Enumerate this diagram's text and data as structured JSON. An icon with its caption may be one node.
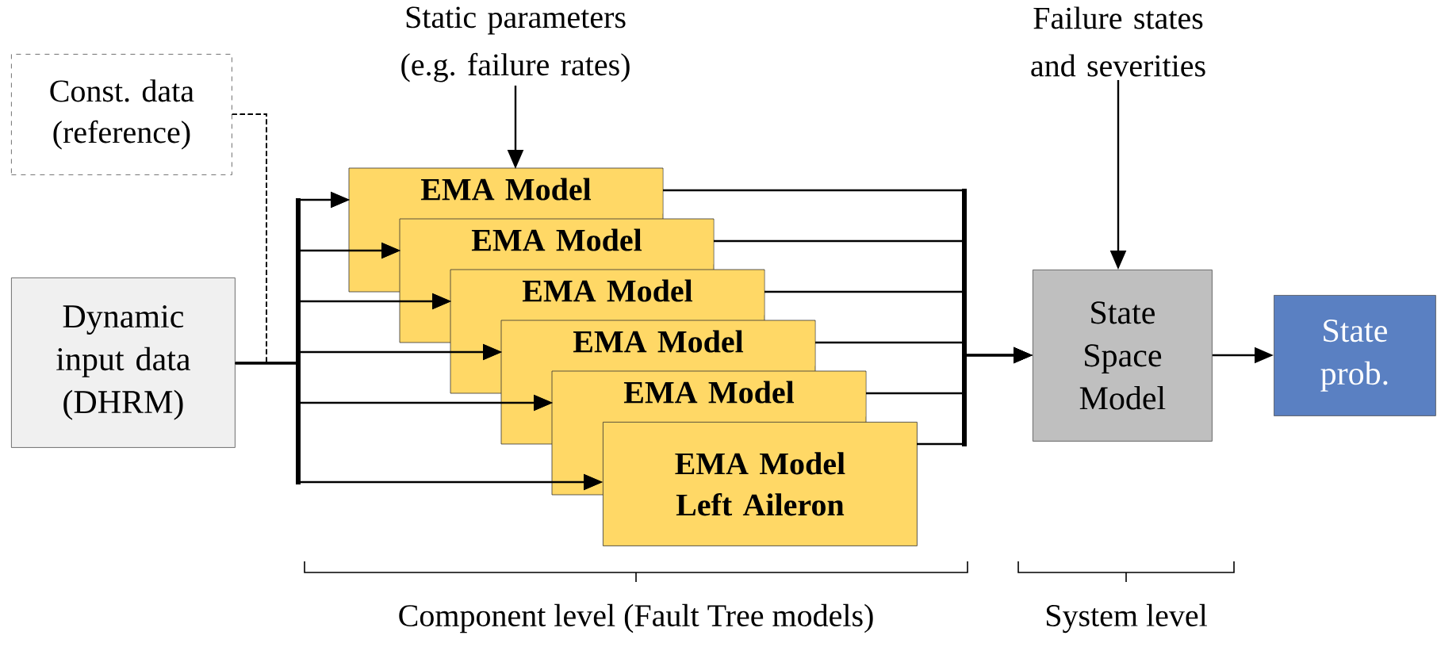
{
  "diagram": {
    "nodes": [
      {
        "text": [
          "Const. data (reference)"
        ]
      },
      {
        "text": [
          "Dynamic input data (DHRM)"
        ]
      },
      {
        "text": [
          "Static parameters (e.g. failure rates)"
        ]
      },
      {
        "text": [
          "EMA Model"
        ]
      },
      {
        "text": [
          "EMA Model"
        ]
      },
      {
        "text": [
          "EMA Model"
        ]
      },
      {
        "text": [
          "EMA Model"
        ]
      },
      {
        "text": [
          "EMA Model"
        ]
      },
      {
        "text": [
          "EMA Model Left Aileron"
        ]
      },
      {
        "text": [
          "Failure states and severities"
        ]
      },
      {
        "text": [
          "State Space Model"
        ]
      },
      {
        "text": [
          "State prob."
        ]
      }
    ],
    "edges": [
      {
        "from": 0,
        "to": 3,
        "arrow": "to",
        "style": "dashed"
      },
      {
        "from": 0,
        "to": 4,
        "arrow": "to",
        "style": "dashed"
      },
      {
        "from": 0,
        "to": 5,
        "arrow": "to",
        "style": "dashed"
      },
      {
        "from": 0,
        "to": 6,
        "arrow": "to",
        "style": "dashed"
      },
      {
        "from": 0,
        "to": 7,
        "arrow": "to",
        "style": "dashed"
      },
      {
        "from": 0,
        "to": 8,
        "arrow": "to",
        "style": "dashed"
      },
      {
        "from": 1,
        "to": 3,
        "arrow": "to"
      },
      {
        "from": 1,
        "to": 4,
        "arrow": "to"
      },
      {
        "from": 1,
        "to": 5,
        "arrow": "to"
      },
      {
        "from": 1,
        "to": 6,
        "arrow": "to"
      },
      {
        "from": 1,
        "to": 7,
        "arrow": "to"
      },
      {
        "from": 1,
        "to": 8,
        "arrow": "to"
      },
      {
        "from": 2,
        "to": 3,
        "arrow": "to"
      },
      {
        "from": 3,
        "to": 10,
        "arrow": "to"
      },
      {
        "from": 4,
        "to": 10,
        "arrow": "to"
      },
      {
        "from": 5,
        "to": 10,
        "arrow": "to"
      },
      {
        "from": 6,
        "to": 10,
        "arrow": "to"
      },
      {
        "from": 7,
        "to": 10,
        "arrow": "to"
      },
      {
        "from": 8,
        "to": 10,
        "arrow": "to"
      },
      {
        "from": 9,
        "to": 10,
        "arrow": "to"
      },
      {
        "from": 10,
        "to": 11,
        "arrow": "to"
      }
    ],
    "labels": [
      "Component level (Fault Tree models)",
      "System level"
    ]
  }
}
